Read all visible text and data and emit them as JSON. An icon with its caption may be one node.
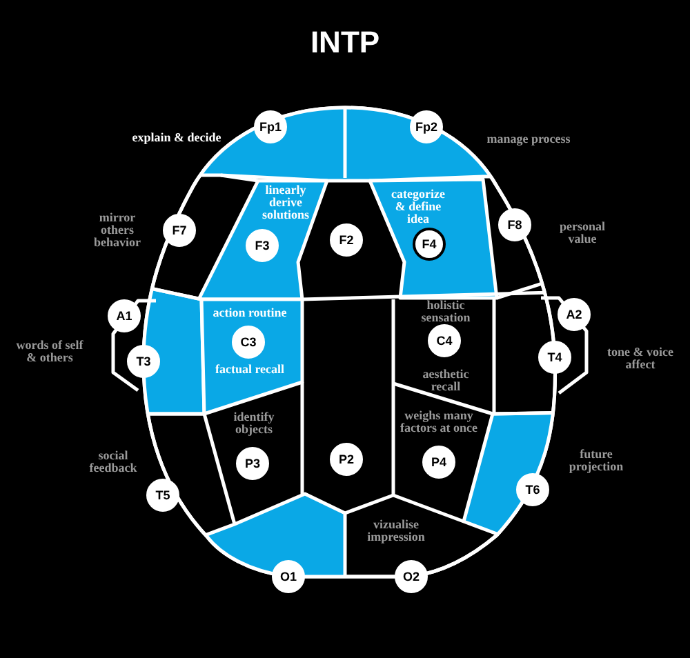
{
  "diagram": {
    "title": "INTP",
    "nodes": [
      {
        "text": [
          "Fp1"
        ],
        "beside": [
          "explain & decide"
        ]
      },
      {
        "text": [
          "Fp2"
        ],
        "beside": [
          "manage process"
        ]
      },
      {
        "text": [
          "F7"
        ],
        "beside": [
          "mirror others behavior"
        ]
      },
      {
        "text": [
          "F3"
        ],
        "beside": [
          "linearly derive solutions"
        ]
      },
      {
        "text": [
          "F2"
        ]
      },
      {
        "text": [
          "F4"
        ],
        "beside": [
          "categorize & define idea"
        ]
      },
      {
        "text": [
          "F8"
        ],
        "beside": [
          "personal value"
        ]
      },
      {
        "text": [
          "A1"
        ],
        "beside": [
          "words of self & others"
        ]
      },
      {
        "text": [
          "A2"
        ],
        "beside": [
          "tone & voice affect"
        ]
      },
      {
        "text": [
          "C3"
        ],
        "beside": [
          "action routine",
          "factual recall"
        ]
      },
      {
        "text": [
          "C4"
        ],
        "beside": [
          "holistic sensation",
          "aesthetic recall"
        ]
      },
      {
        "text": [
          "T3"
        ]
      },
      {
        "text": [
          "T4"
        ]
      },
      {
        "text": [
          "P3"
        ],
        "beside": [
          "identify objects"
        ]
      },
      {
        "text": [
          "P2"
        ]
      },
      {
        "text": [
          "P4"
        ],
        "beside": [
          "weighs many factors at once"
        ]
      },
      {
        "text": [
          "T6"
        ],
        "beside": [
          "future projection"
        ]
      },
      {
        "text": [
          "T5"
        ],
        "beside": [
          "social feedback"
        ]
      },
      {
        "text": [
          "O1"
        ]
      },
      {
        "text": [
          "O2"
        ],
        "beside": [
          "vizualise impression"
        ]
      }
    ]
  }
}
